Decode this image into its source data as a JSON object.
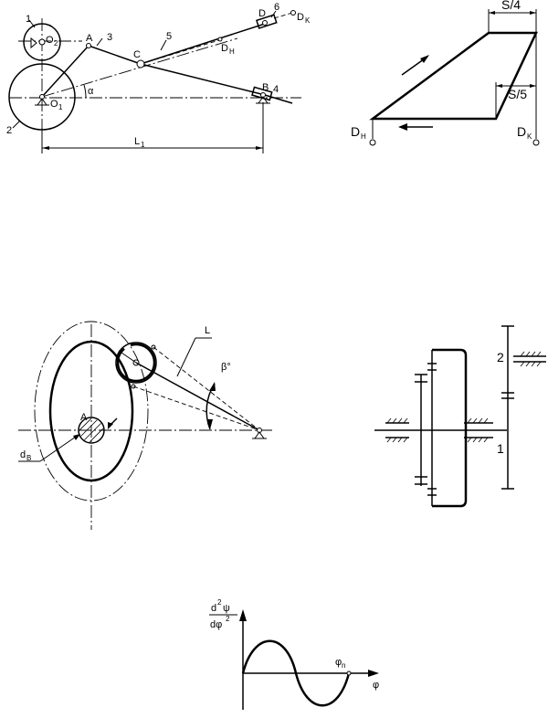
{
  "fig1": {
    "labels": {
      "n1": "1",
      "o2": "O",
      "o2sub": "2",
      "a": "A",
      "n3": "3",
      "c": "C",
      "n5": "5",
      "d": "D",
      "n6": "6",
      "dk": "D",
      "dksub": "K",
      "dh": "D",
      "dhsub": "H",
      "alpha": "α",
      "o1": "O",
      "o1sub": "1",
      "b": "B",
      "n4": "4",
      "n2": "2",
      "l1": "L",
      "l1sub": "1"
    }
  },
  "fig2": {
    "labels": {
      "s4": "S/4",
      "s5": "S/5",
      "dh": "D",
      "dhsub": "H",
      "dk": "D",
      "dksub": "K"
    }
  },
  "fig3": {
    "labels": {
      "l": "L",
      "beta": "β°",
      "a": "A",
      "db": "d",
      "dbsub": "B"
    }
  },
  "fig4": {
    "labels": {
      "n2": "2",
      "n1": "1"
    }
  },
  "fig5": {
    "labels": {
      "num": "d",
      "numsup": "2",
      "psi": "ψ",
      "den": "dφ",
      "densup": "2",
      "phin": "φ",
      "phinsub": "n",
      "phi": "φ"
    }
  }
}
